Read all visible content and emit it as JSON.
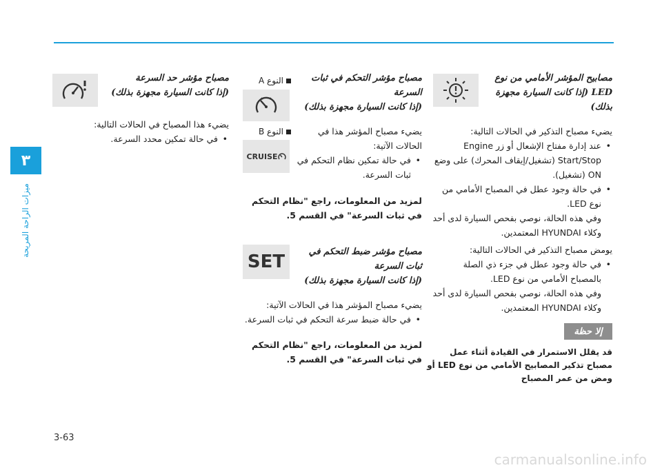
{
  "page": {
    "number": "3-63",
    "watermark": "carmanualsonline.info"
  },
  "side_tab": {
    "chapter": "٣",
    "label": "ميزات الراحة المريحة"
  },
  "right_col": {
    "title": "مصابيح المؤشر الأمامي من نوع LED (إذا كانت السيارة مجهزة بذلك)",
    "section1_heading": "يضيء مصباح التذكير في الحالات التالية:",
    "section1_items": [
      "عند إدارة مفتاح الإشعال أو زر Engine Start/Stop (تشغيل/إيقاف المحرك) على وضع ON (تشغيل).",
      "في حالة وجود عطل في المصباح الأمامي من نوع LED."
    ],
    "section1_note": "وفي هذه الحالة، نوصي بفحص السيارة لدى أحد وكلاء HYUNDAI المعتمدين.",
    "section2_heading": "يومض مصباح التذكير في الحالات التالية:",
    "section2_items": [
      "في حالة وجود عطل في جزء ذي الصلة بالمصباح الأمامي من نوع LED."
    ],
    "section2_note": "وفي هذه الحالة، نوصي بفحص السيارة لدى أحد وكلاء HYUNDAI المعتمدين.",
    "note_badge": "إلا حظة",
    "note_text": "قد يقلل الاستمرار في القيادة أثناء عمل مصباح تذكير المصابيح الأمامي من نوع LED أو ومض من عمر المصباح"
  },
  "middle_col": {
    "label_a": "النوع A",
    "label_b": "النوع B",
    "title1_line1": "مصباح مؤشر التحكم في ثبات",
    "title1_line2": "السرعة",
    "title1_line3": "(إذا كانت السيارة مجهزة بذلك)",
    "section1_heading": "يضيء مصباح المؤشر هذا في الحالات الآتية:",
    "section1_items": [
      "في حالة تمكين نظام التحكم في ثبات السرعة."
    ],
    "section1_ref": "لمزيد من المعلومات، راجع \"نظام التحكم في ثبات السرعة\" في القسم 5.",
    "title2_line1": "مصباح مؤشر ضبط التحكم في",
    "title2_line2": "ثبات السرعة",
    "title2_line3": "(إذا كانت السيارة مجهزة بذلك)",
    "section2_heading": "يضيء مصباح المؤشر هذا في الحالات الآتية:",
    "section2_items": [
      "في حالة ضبط سرعة التحكم في ثبات السرعة."
    ],
    "section2_ref": "لمزيد من المعلومات، راجع \"نظام التحكم في ثبات السرعة\" في القسم 5.",
    "cruise_icon_text": "CRUISE",
    "set_icon_text": "SET"
  },
  "left_col": {
    "title_line1": "مصباح مؤشر حد السرعة",
    "title_line2": "(إذا كانت السيارة مجهزة بذلك)",
    "section_heading": "يضيء هذا المصباح في الحالات التالية:",
    "items": [
      "في حالة تمكين محدد السرعة."
    ]
  },
  "colors": {
    "accent": "#1aa0db",
    "icon_bg": "#e6e6e6",
    "note_bg": "#8e8e8e"
  }
}
